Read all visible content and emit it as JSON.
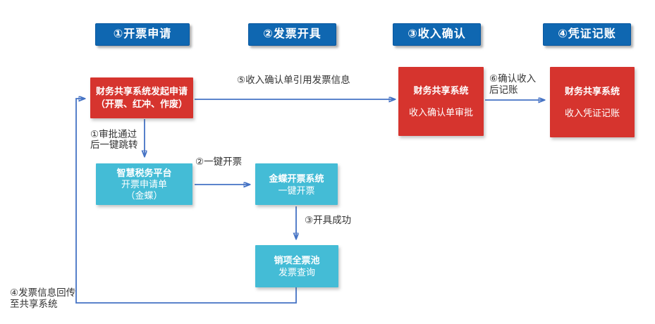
{
  "diagram": {
    "title_hint": "invoice-to-voucher process flow",
    "stages": [
      {
        "label": "①开票申请"
      },
      {
        "label": "②发票开具"
      },
      {
        "label": "③收入确认"
      },
      {
        "label": "④凭证记账"
      }
    ],
    "boxes": {
      "shared_request": {
        "line1": "财务共享系统发起申请",
        "line2": "（开票、红冲、作废）"
      },
      "income_confirm": {
        "line1": "财务共享系统",
        "line2": "收入确认单审批"
      },
      "voucher_booking": {
        "line1": "财务共享系统",
        "line2": "收入凭证记账"
      },
      "smart_tax": {
        "line1": "智慧税务平台",
        "line2": "开票申请单",
        "line3": "（金蝶）"
      },
      "kingdee": {
        "line1": "金蝶开票系统",
        "line2": "一键开票"
      },
      "invoice_pool": {
        "line1": "销项全票池",
        "line2": "发票查询"
      }
    },
    "arrow_labels": {
      "step1": "①审批通过\n后一键跳转",
      "step2": "②一键开票",
      "step3": "③开具成功",
      "step4": "④发票信息回传\n至共享系统",
      "step5": "⑤收入确认单引用发票信息",
      "step6": "⑥确认收入\n后记账"
    },
    "colors": {
      "stage_blue": "#0f67b1",
      "box_red": "#d6342e",
      "box_teal": "#44bcd6",
      "connector_blue": "#4472c4",
      "label_text": "#333333"
    }
  }
}
